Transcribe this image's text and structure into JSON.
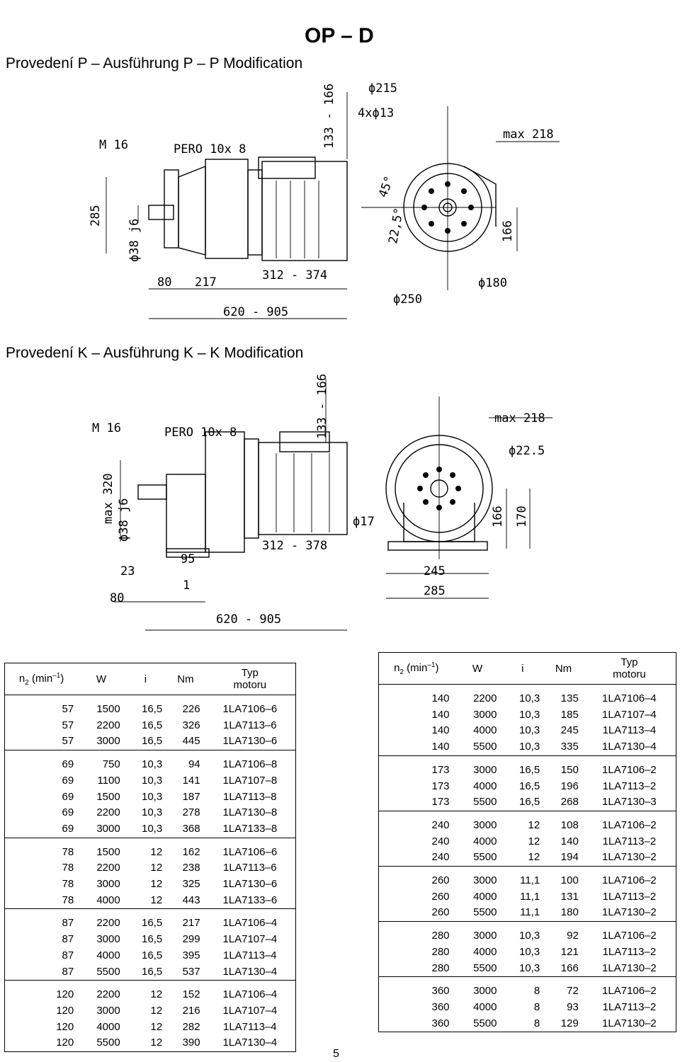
{
  "header": {
    "code": "OP – D"
  },
  "sections": {
    "p": {
      "title": "Provedení P – Ausführung P – P Modification",
      "labels": {
        "m16": "M 16",
        "pero": "PERO 10x 8",
        "h133": "133 - 166",
        "d215": "ϕ215",
        "holes": "4xϕ13",
        "max218": "max 218",
        "h285": "285",
        "shaft": "ϕ38 j6",
        "angle45": "45°",
        "ang22": "22,5°",
        "d166": "166",
        "d180": "ϕ180",
        "d250": "ϕ250",
        "l80": "80",
        "l217": "217",
        "l312": "312 - 374",
        "l620": "620 - 905"
      }
    },
    "k": {
      "title": "Provedení K – Ausführung K – K Modification",
      "labels": {
        "m16": "M 16",
        "pero": "PERO 10x 8",
        "h133": "133 - 166",
        "max218": "max 218",
        "d225": "ϕ22.5",
        "max320": "max 320",
        "shaft": "ϕ38 j6",
        "d17": "ϕ17",
        "h166": "166",
        "h170": "170",
        "l95": "95",
        "l23": "23",
        "l1": "1",
        "l80": "80",
        "l312": "312 - 378",
        "l245": "245",
        "l285": "285",
        "l620": "620 - 905"
      }
    }
  },
  "table_left": {
    "headers": {
      "n2": "n",
      "n2_sub": "2",
      "n2_unit": "(min",
      "n2_sup": "–1",
      "n2_close": ")",
      "w": "W",
      "i": "i",
      "nm": "Nm",
      "typ1": "Typ",
      "typ2": "motoru"
    },
    "groups": [
      [
        [
          "57",
          "1500",
          "16,5",
          "226",
          "1LA7106–6"
        ],
        [
          "57",
          "2200",
          "16,5",
          "326",
          "1LA7113–6"
        ],
        [
          "57",
          "3000",
          "16,5",
          "445",
          "1LA7130–6"
        ]
      ],
      [
        [
          "69",
          "750",
          "10,3",
          "94",
          "1LA7106–8"
        ],
        [
          "69",
          "1100",
          "10,3",
          "141",
          "1LA7107–8"
        ],
        [
          "69",
          "1500",
          "10,3",
          "187",
          "1LA7113–8"
        ],
        [
          "69",
          "2200",
          "10,3",
          "278",
          "1LA7130–8"
        ],
        [
          "69",
          "3000",
          "10,3",
          "368",
          "1LA7133–8"
        ]
      ],
      [
        [
          "78",
          "1500",
          "12",
          "162",
          "1LA7106–6"
        ],
        [
          "78",
          "2200",
          "12",
          "238",
          "1LA7113–6"
        ],
        [
          "78",
          "3000",
          "12",
          "325",
          "1LA7130–6"
        ],
        [
          "78",
          "4000",
          "12",
          "443",
          "1LA7133–6"
        ]
      ],
      [
        [
          "87",
          "2200",
          "16,5",
          "217",
          "1LA7106–4"
        ],
        [
          "87",
          "3000",
          "16,5",
          "299",
          "1LA7107–4"
        ],
        [
          "87",
          "4000",
          "16,5",
          "395",
          "1LA7113–4"
        ],
        [
          "87",
          "5500",
          "16,5",
          "537",
          "1LA7130–4"
        ]
      ],
      [
        [
          "120",
          "2200",
          "12",
          "152",
          "1LA7106–4"
        ],
        [
          "120",
          "3000",
          "12",
          "216",
          "1LA7107–4"
        ],
        [
          "120",
          "4000",
          "12",
          "282",
          "1LA7113–4"
        ],
        [
          "120",
          "5500",
          "12",
          "390",
          "1LA7130–4"
        ]
      ]
    ]
  },
  "table_right": {
    "headers": {
      "n2": "n",
      "n2_sub": "2",
      "n2_unit": "(min",
      "n2_sup": "–1",
      "n2_close": ")",
      "w": "W",
      "i": "i",
      "nm": "Nm",
      "typ1": "Typ",
      "typ2": "motoru"
    },
    "groups": [
      [
        [
          "140",
          "2200",
          "10,3",
          "135",
          "1LA7106–4"
        ],
        [
          "140",
          "3000",
          "10,3",
          "185",
          "1LA7107–4"
        ],
        [
          "140",
          "4000",
          "10,3",
          "245",
          "1LA7113–4"
        ],
        [
          "140",
          "5500",
          "10,3",
          "335",
          "1LA7130–4"
        ]
      ],
      [
        [
          "173",
          "3000",
          "16,5",
          "150",
          "1LA7106–2"
        ],
        [
          "173",
          "4000",
          "16,5",
          "196",
          "1LA7113–2"
        ],
        [
          "173",
          "5500",
          "16,5",
          "268",
          "1LA7130–3"
        ]
      ],
      [
        [
          "240",
          "3000",
          "12",
          "108",
          "1LA7106–2"
        ],
        [
          "240",
          "4000",
          "12",
          "140",
          "1LA7113–2"
        ],
        [
          "240",
          "5500",
          "12",
          "194",
          "1LA7130–2"
        ]
      ],
      [
        [
          "260",
          "3000",
          "11,1",
          "100",
          "1LA7106–2"
        ],
        [
          "260",
          "4000",
          "11,1",
          "131",
          "1LA7113–2"
        ],
        [
          "260",
          "5500",
          "11,1",
          "180",
          "1LA7130–2"
        ]
      ],
      [
        [
          "280",
          "3000",
          "10,3",
          "92",
          "1LA7106–2"
        ],
        [
          "280",
          "4000",
          "10,3",
          "121",
          "1LA7113–2"
        ],
        [
          "280",
          "5500",
          "10,3",
          "166",
          "1LA7130–2"
        ]
      ],
      [
        [
          "360",
          "3000",
          "8",
          "72",
          "1LA7106–2"
        ],
        [
          "360",
          "4000",
          "8",
          "93",
          "1LA7113–2"
        ],
        [
          "360",
          "5500",
          "8",
          "129",
          "1LA7130–2"
        ]
      ]
    ]
  },
  "footer": {
    "page_number": "5"
  }
}
